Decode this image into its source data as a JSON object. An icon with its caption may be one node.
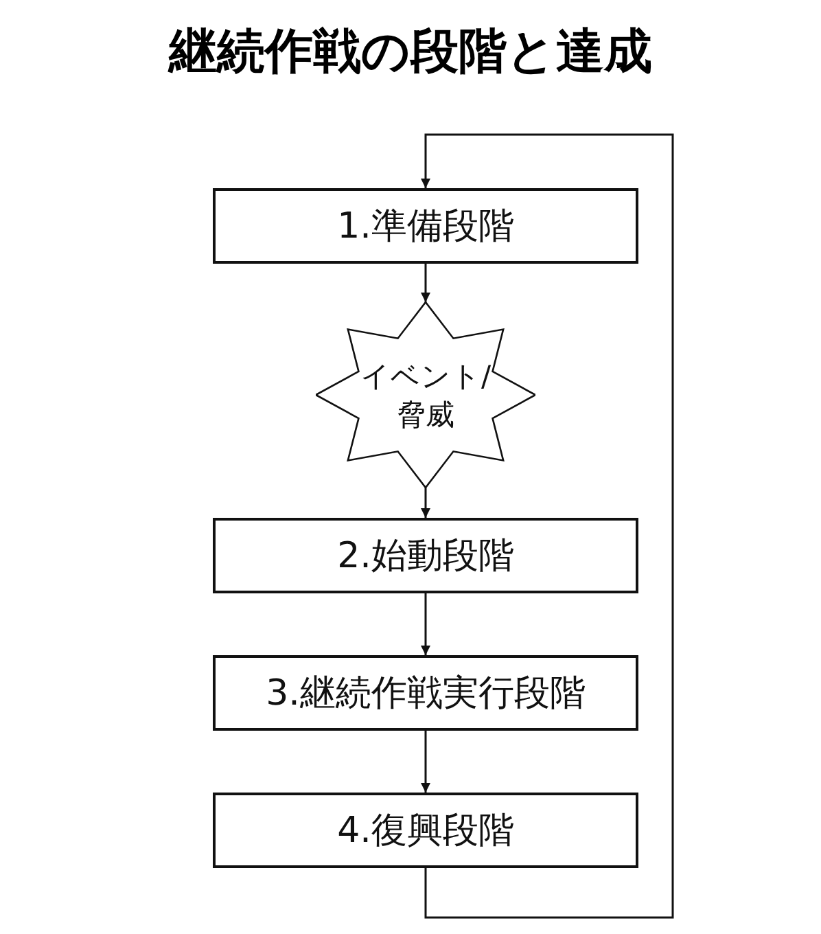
{
  "diagram": {
    "title": "継続作戦の段階と達成",
    "nodes": [
      {
        "text": [
          "1.準備段階"
        ]
      },
      {
        "text": [
          "イベント/脅威"
        ]
      },
      {
        "text": [
          "2.始動段階"
        ]
      },
      {
        "text": [
          "3.継続作戦実行段階"
        ]
      },
      {
        "text": [
          "4.復興段階"
        ]
      }
    ],
    "edges": [
      {
        "from": 0,
        "to": 1,
        "arrow": "to"
      },
      {
        "from": 1,
        "to": 2,
        "arrow": "to"
      },
      {
        "from": 2,
        "to": 3,
        "arrow": "to"
      },
      {
        "from": 3,
        "to": 4,
        "arrow": "to"
      },
      {
        "from": 4,
        "to": 0,
        "arrow": "to"
      }
    ]
  }
}
